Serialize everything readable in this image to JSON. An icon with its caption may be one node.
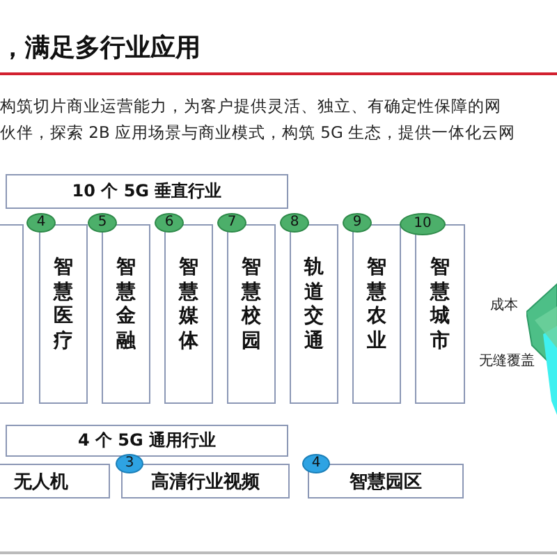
{
  "diagram": {
    "title": "，满足多行业应用",
    "nodes": [
      {
        "text": [
          "10 个 5G 垂直行业"
        ]
      },
      {
        "text": [],
        "shape": "box"
      },
      {
        "text": [
          "4"
        ]
      },
      {
        "text": [
          "智慧医疗"
        ]
      },
      {
        "text": [
          "5"
        ]
      },
      {
        "text": [
          "智慧金融"
        ]
      },
      {
        "text": [
          "6"
        ]
      },
      {
        "text": [
          "智慧媒体"
        ]
      },
      {
        "text": [
          "7"
        ]
      },
      {
        "text": [
          "智慧校园"
        ]
      },
      {
        "text": [
          "8"
        ]
      },
      {
        "text": [
          "轨道交通"
        ]
      },
      {
        "text": [
          "9"
        ]
      },
      {
        "text": [
          "智慧农业"
        ]
      },
      {
        "text": [
          "10"
        ]
      },
      {
        "text": [
          "智慧城市"
        ]
      },
      {
        "text": [
          "4 个 5G 通用行业"
        ]
      },
      {
        "text": [
          "无人机"
        ]
      },
      {
        "text": [
          "3"
        ]
      },
      {
        "text": [
          "高清行业视频"
        ]
      },
      {
        "text": [
          "4"
        ]
      },
      {
        "text": [
          "智慧园区"
        ]
      }
    ],
    "edges": [],
    "labels": [
      "构筑切片商业运营能力，为客户提供灵活、独立、有确定性保障的网",
      "伙伴，探索 2B 应用场景与商业模式，构筑 5G 生态，提供一体化云网",
      "成本",
      "无缝覆盖"
    ]
  }
}
